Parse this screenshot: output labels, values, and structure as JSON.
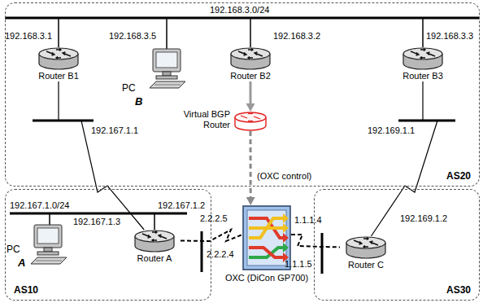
{
  "diagram": {
    "nodes": [
      {
        "text": [
          "AS20"
        ]
      },
      {
        "text": [
          "Router B1"
        ],
        "in": 0
      },
      {
        "text": [
          "PC",
          "B"
        ],
        "in": 0
      },
      {
        "text": [
          "Router B2"
        ],
        "in": 0
      },
      {
        "text": [
          "Router B3"
        ],
        "in": 0
      },
      {
        "text": [
          "Virtual BGP Router"
        ],
        "in": 0
      },
      {
        "text": [
          "AS10"
        ]
      },
      {
        "text": [
          "PC",
          "A"
        ],
        "in": 6
      },
      {
        "text": [
          "Router A"
        ],
        "in": 6
      },
      {
        "text": [
          "OXC (DiCon GP700)"
        ]
      },
      {
        "text": [
          "AS30"
        ]
      },
      {
        "text": [
          "Router C"
        ],
        "in": 10
      }
    ],
    "edges": [
      {
        "from": 1,
        "to": 8,
        "arrow": "none"
      },
      {
        "from": 4,
        "to": 11,
        "arrow": "none"
      },
      {
        "from": 3,
        "to": 5,
        "arrow": "to"
      },
      {
        "from": 5,
        "to": 9,
        "arrow": "to",
        "label": "(OXC control)"
      },
      {
        "from": 8,
        "to": 9,
        "arrow": "none"
      },
      {
        "from": 9,
        "to": 11,
        "arrow": "none"
      }
    ],
    "labels": [
      "192.168.3.0/24",
      "192.168.3.1",
      "192.168.3.5",
      "192.168.3.2",
      "192.168.3.3",
      "192.167.1.1",
      "192.169.1.1",
      "192.167.1.0/24",
      "192.167.1.3",
      "192.167.1.2",
      "2.2.2.5",
      "2.2.2.4",
      "1.1.1.4",
      "1.1.1.5",
      "192.169.1.2"
    ]
  }
}
